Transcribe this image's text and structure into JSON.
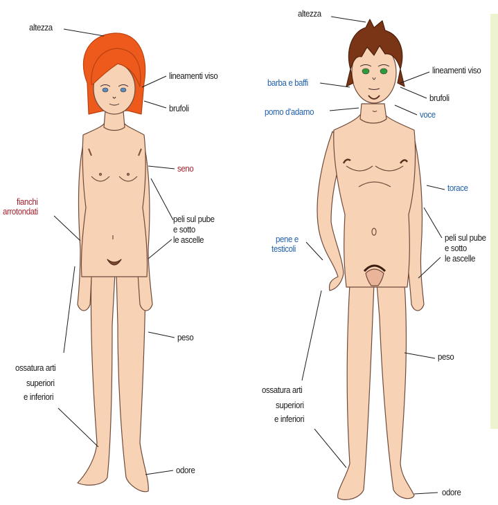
{
  "colors": {
    "skin": "#f8d2b5",
    "skin_stroke": "#6e4a3a",
    "female_hair": "#ee5a1c",
    "male_hair": "#7a3517",
    "side_panel": "#eef3cf",
    "text_black": "#1a1a1a",
    "text_red": "#a3222e",
    "text_blue": "#1f5fa8"
  },
  "female": {
    "altezza": "altezza",
    "lineamenti": "lineamenti viso",
    "brufoli": "brufoli",
    "seno": "seno",
    "fianchi_1": "fianchi",
    "fianchi_2": "arrotondati",
    "peli_1": "peli sul pube",
    "peli_2": "e sotto",
    "peli_3": "le ascelle",
    "peso": "peso",
    "ossatura_1": "ossatura arti",
    "ossatura_2": "superiori",
    "ossatura_3": "e inferiori",
    "odore": "odore"
  },
  "male": {
    "altezza": "altezza",
    "barba": "barba e baffi",
    "lineamenti": "lineamenti viso",
    "brufoli": "brufoli",
    "pomo": "pomo d'adamo",
    "voce": "voce",
    "torace": "torace",
    "pene_1": "pene e",
    "pene_2": "testicoli",
    "peli_1": "peli sul pube",
    "peli_2": "e sotto",
    "peli_3": "le ascelle",
    "peso": "peso",
    "ossatura_1": "ossatura arti",
    "ossatura_2": "superiori",
    "ossatura_3": "e inferiori",
    "odore": "odore"
  }
}
